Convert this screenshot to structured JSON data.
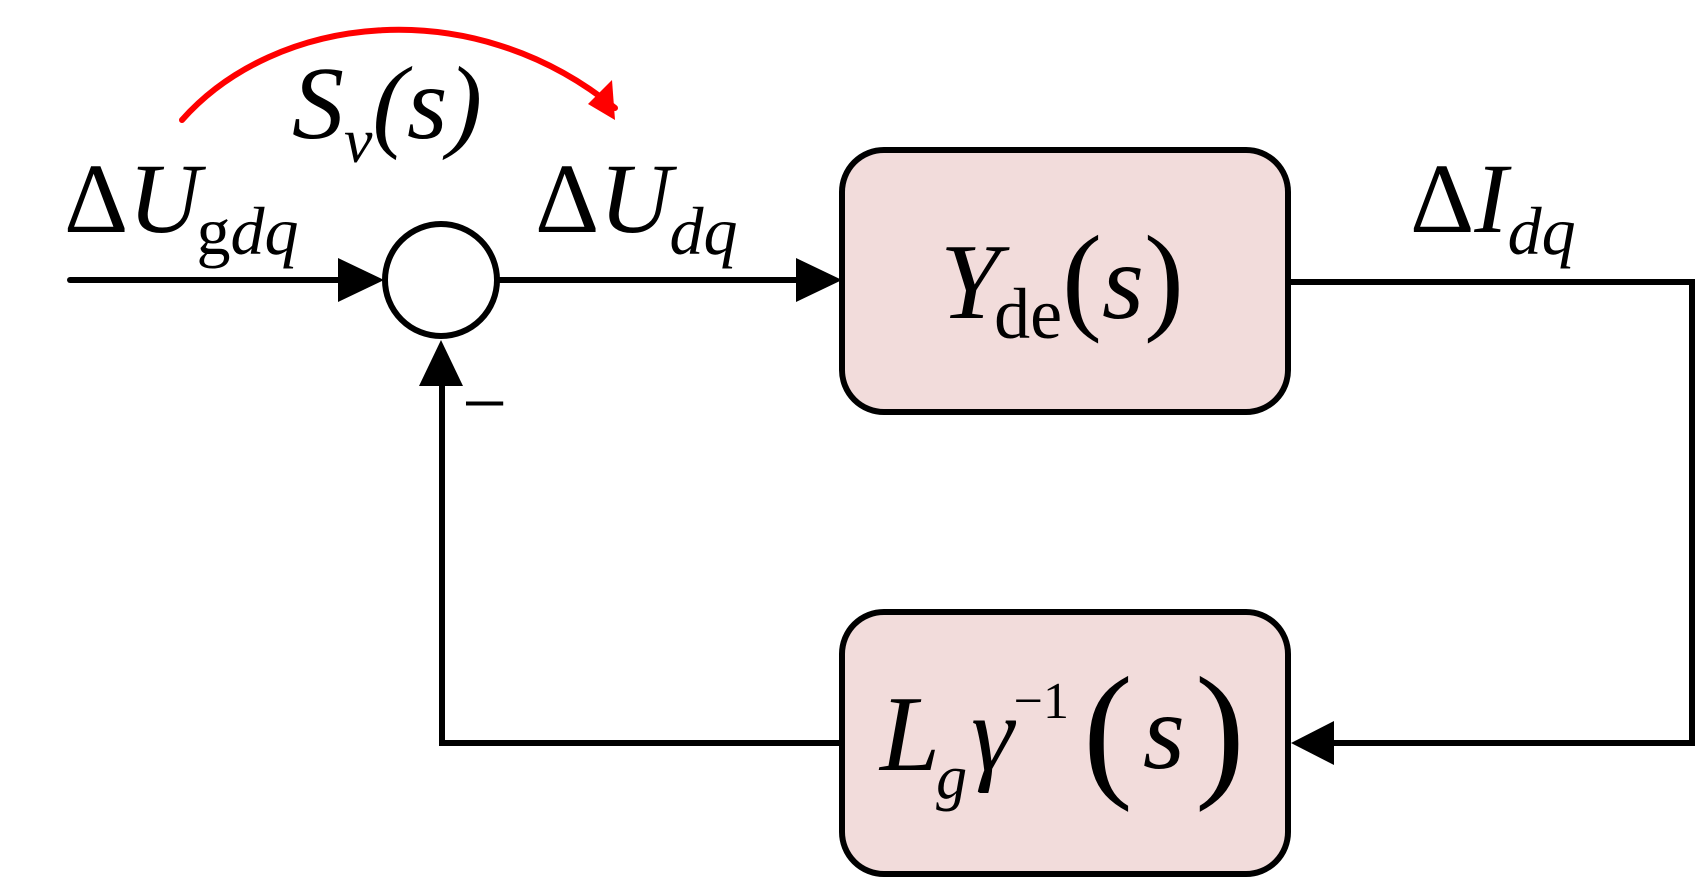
{
  "colors": {
    "line": "#000000",
    "block_fill": "#f2dcdb",
    "highlight_arrow": "#ff0000"
  },
  "labels": {
    "input": {
      "delta": "Δ",
      "symbol": "U",
      "sub_upright": "g",
      "sub_italic": "dq"
    },
    "error": {
      "delta": "Δ",
      "symbol": "U",
      "sub_italic": "dq"
    },
    "output": {
      "delta": "Δ",
      "symbol": "I",
      "sub_italic": "dq"
    },
    "sensitivity": {
      "symbol": "S",
      "sub_italic": "v",
      "arg": "(s)"
    },
    "negative_sign": "−"
  },
  "blocks": {
    "forward": {
      "symbol": "Y",
      "sub_upright": "de",
      "open": "(",
      "arg": "s",
      "close": ")"
    },
    "feedback": {
      "symbol": "L",
      "sub_italic": "g",
      "gamma": "γ",
      "sup": "−1",
      "open": "(",
      "arg": "s",
      "close": ")"
    }
  }
}
